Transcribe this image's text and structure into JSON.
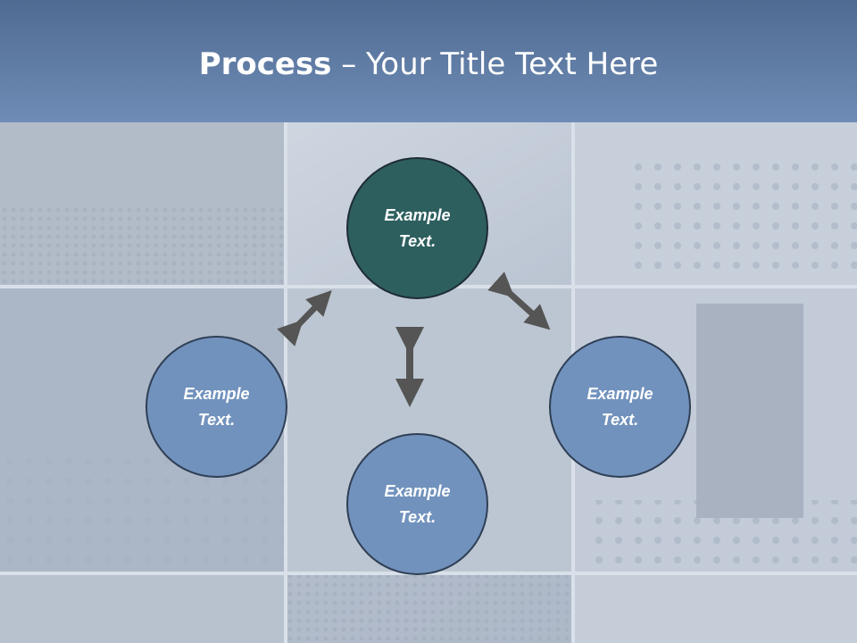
{
  "slide": {
    "title_bold": "Process",
    "title_rest": " – Your Title Text Here"
  },
  "circles": {
    "top": [
      "Example",
      "Text."
    ],
    "left": [
      "Example",
      "Text."
    ],
    "right": [
      "Example",
      "Text."
    ],
    "bottom": [
      "Example",
      "Text."
    ]
  },
  "colors": {
    "header": "#5b78a2",
    "top_circle": "#2e5f5f",
    "side_circles": "#7192bd",
    "arrows": "#555555"
  }
}
